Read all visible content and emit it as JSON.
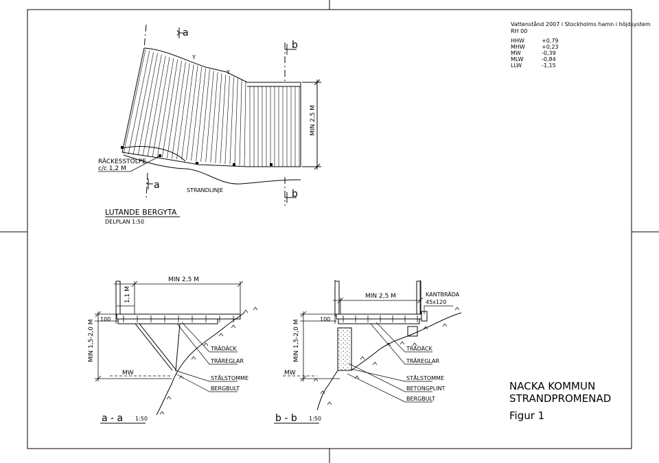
{
  "title_block": {
    "line1": "NACKA KOMMUN",
    "line2": "STRANDPROMENAD",
    "figure": "Figur 1"
  },
  "water_levels": {
    "heading": "Vattenstånd 2007 i Stockholms hamn i höjdsystem",
    "system": "RH 00",
    "rows": [
      {
        "label": "HHW",
        "value": "+0,79"
      },
      {
        "label": "MHW",
        "value": "+0,23"
      },
      {
        "label": "MW",
        "value": "-0,39"
      },
      {
        "label": "MLW",
        "value": "-0,84"
      },
      {
        "label": "LLW",
        "value": "-1,15"
      }
    ]
  },
  "plan": {
    "title": "LUTANDE BERGYTA",
    "subtitle": "DELPLAN 1:50",
    "post_label_1": "RÄCKESSTOLPE",
    "post_label_2": "c/c 1,2 M",
    "shoreline": "STRANDLINJE",
    "dim_width": "MIN 2,5 M",
    "section_a": "a",
    "section_b": "b",
    "y_marker": "Y"
  },
  "section_a": {
    "title": "a - a",
    "scale": "1:50",
    "dim_width": "MIN 2,5 M",
    "dim_rail": "1,1 M",
    "dim_height": "MIN 1,5-2,0 M",
    "dim_100": "100",
    "mw": "MW",
    "labels": [
      "TRÄDÄCK",
      "TRÄREGLAR",
      "STÅLSTOMME",
      "BERGBULT"
    ]
  },
  "section_b": {
    "title": "b - b",
    "scale": "1:50",
    "dim_width": "MIN 2,5 M",
    "dim_height": "MIN 1,5-2,0 M",
    "dim_100": "100",
    "mw": "MW",
    "edge_board_1": "KANTBRÄDA",
    "edge_board_2": "45x120",
    "labels": [
      "TRÄDÄCK",
      "TRÄREGLAR",
      "STÅLSTOMME",
      "BETONGPLINT",
      "BERGBULT"
    ]
  }
}
